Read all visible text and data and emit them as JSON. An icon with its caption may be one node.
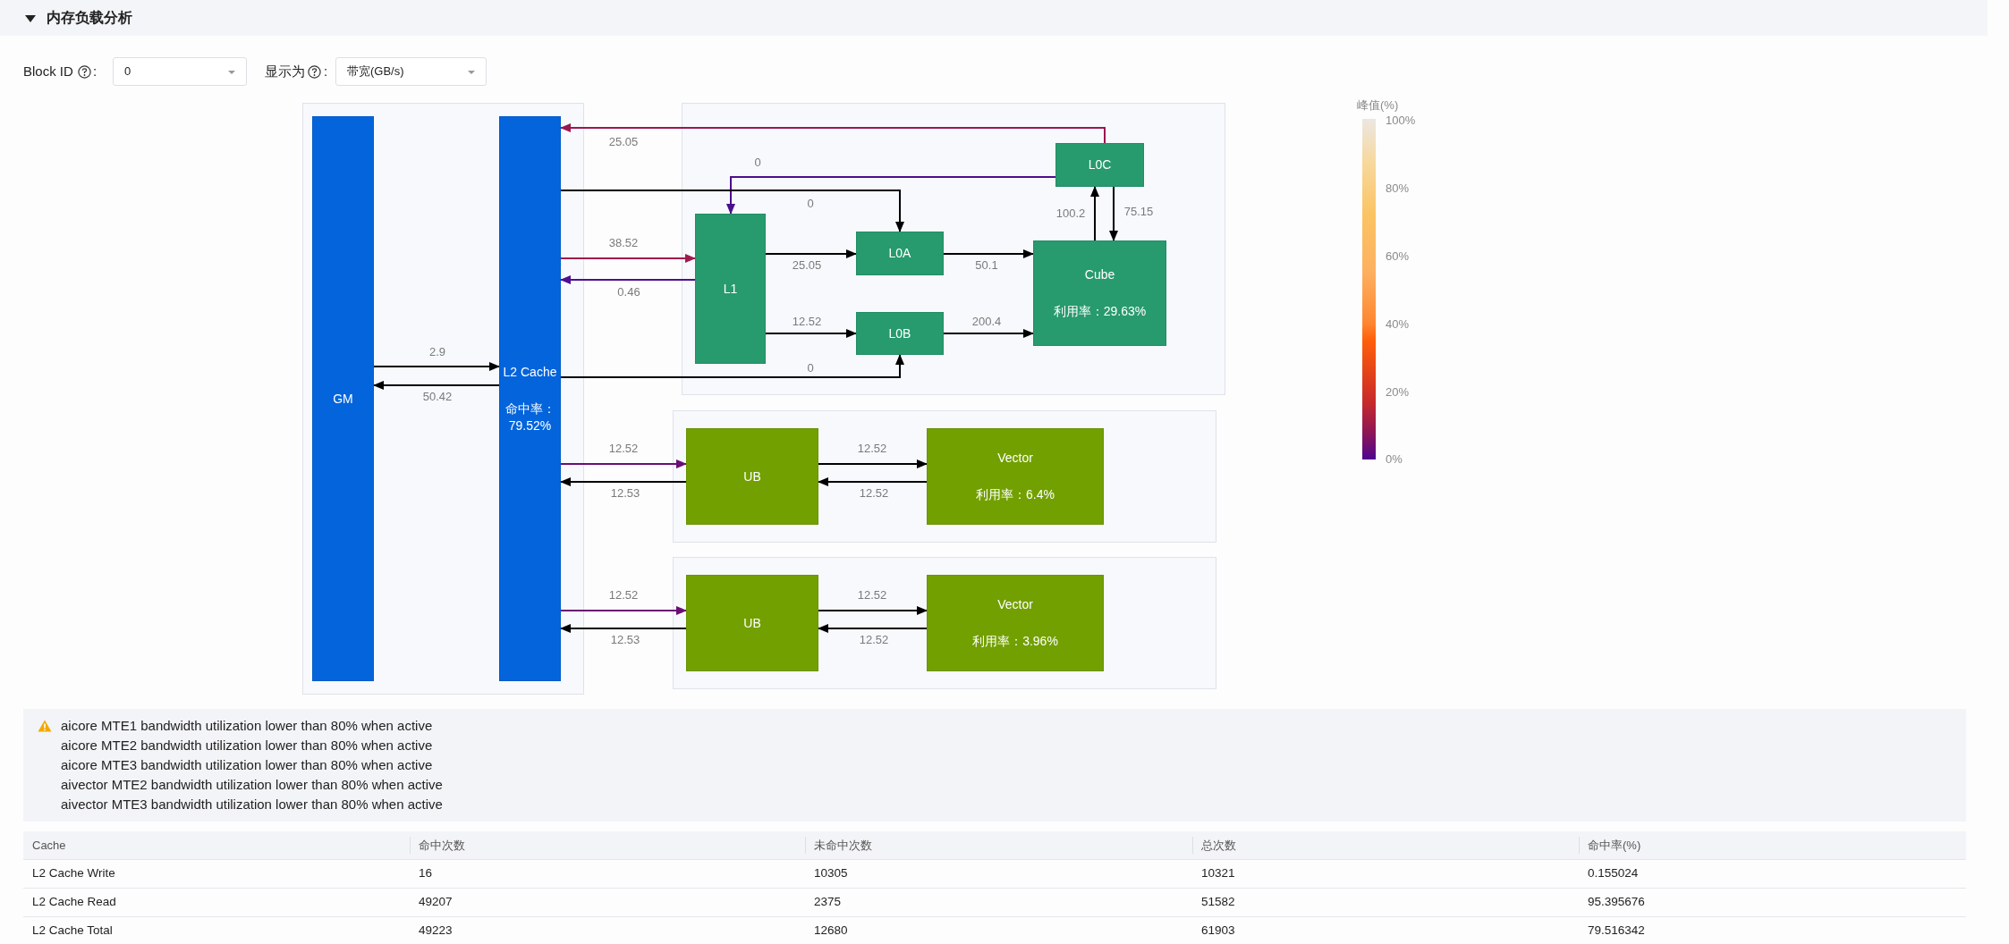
{
  "diagram": {
    "title": "内存负载分析",
    "nodes": [
      {
        "text": [
          "GM"
        ]
      },
      {
        "text": [
          "L2 Cache",
          "命中率：79.52%"
        ]
      },
      {
        "text": [
          "L0C"
        ]
      },
      {
        "text": [
          "L1"
        ]
      },
      {
        "text": [
          "L0A"
        ]
      },
      {
        "text": [
          "L0B"
        ]
      },
      {
        "text": [
          "Cube",
          "利用率：29.63%"
        ]
      },
      {
        "text": [
          "UB"
        ]
      },
      {
        "text": [
          "Vector",
          "利用率：6.4%"
        ]
      },
      {
        "text": [
          "UB"
        ]
      },
      {
        "text": [
          "Vector",
          "利用率：3.96%"
        ]
      }
    ],
    "edges": [
      {
        "from": 2,
        "to": 1,
        "arrow": "to",
        "label": "25.05",
        "color": "#9b1750"
      },
      {
        "from": 2,
        "to": 3,
        "arrow": "to",
        "label": "0",
        "color": "#4c0f8c"
      },
      {
        "from": 1,
        "to": 4,
        "arrow": "to",
        "label": "0"
      },
      {
        "from": 1,
        "to": 3,
        "arrow": "to",
        "label": "38.52",
        "color": "#a01a4e"
      },
      {
        "from": 3,
        "to": 1,
        "arrow": "to",
        "label": "0.46",
        "color": "#4f0f8f"
      },
      {
        "from": 3,
        "to": 4,
        "arrow": "to",
        "label": "25.05"
      },
      {
        "from": 3,
        "to": 5,
        "arrow": "to",
        "label": "12.52"
      },
      {
        "from": 1,
        "to": 5,
        "arrow": "to",
        "label": "0"
      },
      {
        "from": 4,
        "to": 6,
        "arrow": "to",
        "label": "50.1"
      },
      {
        "from": 5,
        "to": 6,
        "arrow": "to",
        "label": "200.4"
      },
      {
        "from": 6,
        "to": 2,
        "arrow": "to",
        "label": "100.2"
      },
      {
        "from": 2,
        "to": 6,
        "arrow": "to",
        "label": "75.15"
      },
      {
        "from": 0,
        "to": 1,
        "arrow": "to",
        "label": "2.9"
      },
      {
        "from": 1,
        "to": 0,
        "arrow": "to",
        "label": "50.42"
      },
      {
        "from": 1,
        "to": 7,
        "arrow": "to",
        "label": "12.52",
        "color": "#6b0d75"
      },
      {
        "from": 7,
        "to": 1,
        "arrow": "to",
        "label": "12.53"
      },
      {
        "from": 7,
        "to": 8,
        "arrow": "to",
        "label": "12.52"
      },
      {
        "from": 8,
        "to": 7,
        "arrow": "to",
        "label": "12.52"
      },
      {
        "from": 1,
        "to": 9,
        "arrow": "to",
        "label": "12.52",
        "color": "#6b0d75"
      },
      {
        "from": 9,
        "to": 1,
        "arrow": "to",
        "label": "12.53"
      },
      {
        "from": 9,
        "to": 10,
        "arrow": "to",
        "label": "12.52"
      },
      {
        "from": 10,
        "to": 9,
        "arrow": "to",
        "label": "12.52"
      }
    ],
    "labels": [
      "Block ID",
      ":",
      "0",
      "显示为",
      ":",
      "带宽(GB/s)",
      "峰值(%)",
      "100%",
      "80%",
      "60%",
      "40%",
      "20%",
      "0%",
      "aicore MTE1 bandwidth utilization lower than 80% when active",
      "aicore MTE2 bandwidth utilization lower than 80% when active",
      "aicore MTE3 bandwidth utilization lower than 80% when active",
      "aivector MTE2 bandwidth utilization lower than 80% when active",
      "aivector MTE3 bandwidth utilization lower than 80% when active",
      "Cache",
      "命中次数",
      "未命中次数",
      "总次数",
      "命中率(%)",
      "L2 Cache Write",
      "16",
      "10305",
      "10321",
      "0.155024",
      "L2 Cache Read",
      "49207",
      "2375",
      "51582",
      "95.395676",
      "L2 Cache Total",
      "49223",
      "12680",
      "61903",
      "79.516342"
    ]
  }
}
